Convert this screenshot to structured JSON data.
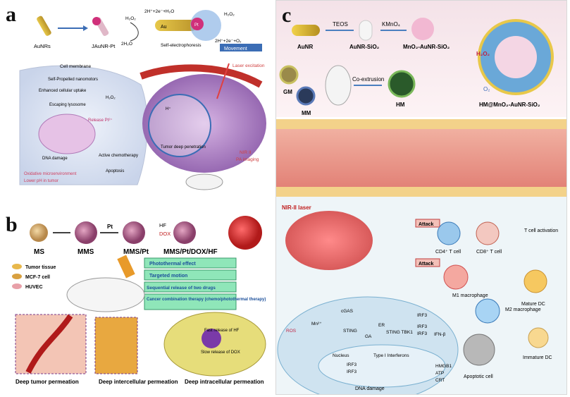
{
  "panel_a": {
    "letter": "a",
    "auNRs": "AuNRs",
    "jaunr": "JAuNR-Pt",
    "h2o2_1": "H₂O₂",
    "h2o2_2": "H₂O₂",
    "water": "2H₂O",
    "reaction": "2H⁺+2e⁻+H₂O",
    "au": "Au",
    "pt": "Pt",
    "reaction2": "2H⁺+2e⁻+O₂",
    "self_electro": "Self-electrophoresis",
    "movement": "Movement",
    "cell_membrane": "Cell membrane",
    "step1": "Self-Propelled nanomotors",
    "step2": "Enhanced cellular uptake",
    "step3": "Escaping lysosome",
    "step4": "Release Pt²⁺",
    "step5": "DNA damage",
    "step6": "Active chemotherapy",
    "apoptosis": "Apoptosis",
    "oxidative": "Oxidative microenvironment",
    "lower_ph": "Lower pH in tumor",
    "laser": "Laser excitation",
    "tumor_pen": "Tumor deep penetration",
    "nir2": "NIR II",
    "pa": "PA imaging",
    "h2o2_small": "H₂O₂",
    "h_plus": "H⁺"
  },
  "panel_b": {
    "letter": "b",
    "ms": "MS",
    "mms": "MMS",
    "mmspt": "MMS/Pt",
    "full": "MMS/Pt/DOX/HF",
    "pt": "Pt",
    "hf": "HF",
    "dox": "DOX",
    "features": [
      "Photothermal effect",
      "Targeted motion",
      "Sequential release of two drugs",
      "Cancer combination therapy (chemo/photothermal therapy)"
    ],
    "legend": [
      "Tumor tissue",
      "MCF-7 cell",
      "HUVEC"
    ],
    "fast": "Fast release of HF",
    "slow": "Slow release of DOX",
    "deep1": "Deep tumor permeation",
    "deep2": "Deep intercellular permeation",
    "deep3": "Deep intracellular permeation"
  },
  "panel_c": {
    "letter": "c",
    "aunr": "AuNR",
    "aunr_sio2": "AuNR-SiO₂",
    "mno2": "MnO₂-AuNR-SiO₂",
    "teos": "TEOS",
    "kmno4": "KMnO₄",
    "gm": "GM",
    "mm": "MM",
    "hm": "HM",
    "coext": "Co-extrusion",
    "final": "HM@MnO₂-AuNR-SiO₂",
    "h2o2": "H₂O₂",
    "o2": "O₂",
    "nir": "NIR-II laser",
    "attack1": "Attack",
    "attack2": "Attack",
    "cd4": "CD4⁺ T cell",
    "cd8": "CD8⁺ T cell",
    "tact": "T cell activation",
    "m1": "M1 macrophage",
    "m2": "M2 macrophage",
    "mature": "Mature DC",
    "immature": "Immature DC",
    "apoptotic": "Apoptotic cell",
    "cgas": "cGAS",
    "sting": "STING",
    "sting_tbk": "STING TBK1",
    "er": "ER",
    "ga": "GA",
    "irf3a": "IRF3",
    "irf3b": "IRF3",
    "irf3c": "IRF3",
    "ifn": "IFN-β",
    "nucleus": "Nucleus",
    "type1": "Type I Interferons",
    "irf3d": "IRF3",
    "irf3e": "IRF3",
    "ros": "ROS",
    "mn": "Mn²⁺",
    "hmgb1": "HMGB1",
    "atp": "ATP",
    "crt": "CRT",
    "dna": "DNA damage"
  }
}
